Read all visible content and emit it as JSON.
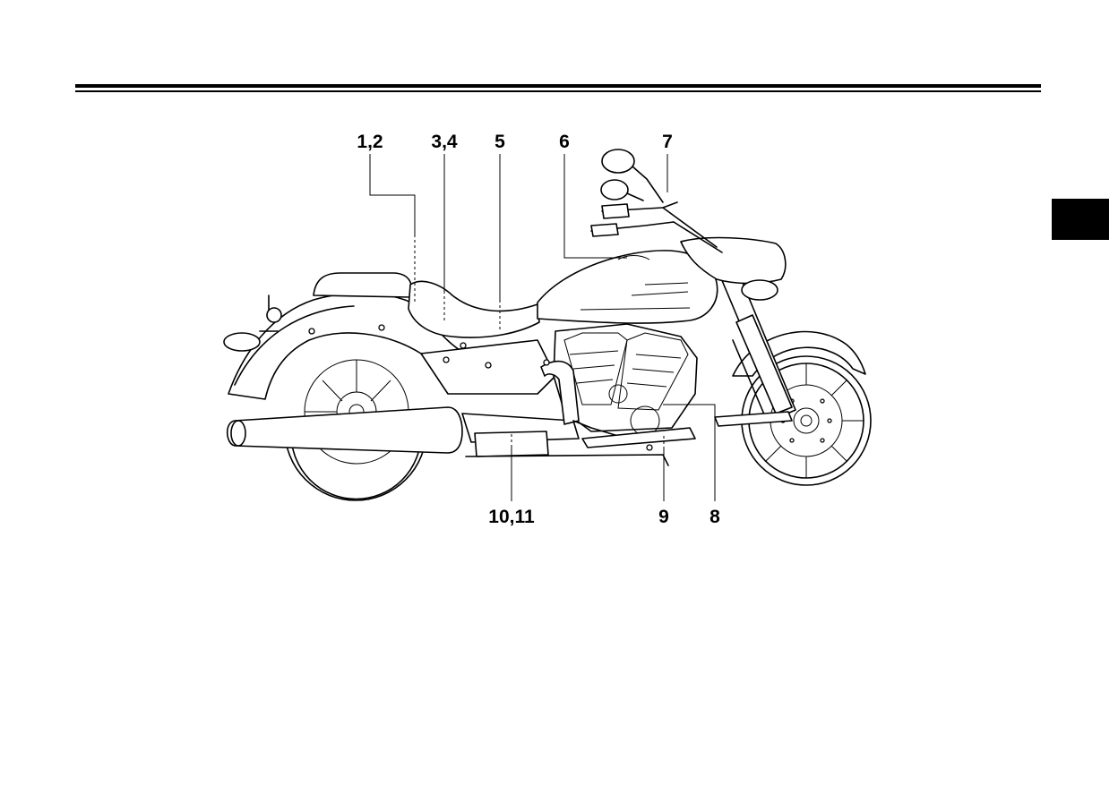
{
  "callouts": {
    "c1": "1,2",
    "c2": "3,4",
    "c3": "5",
    "c4": "6",
    "c5": "7",
    "c6": "10,11",
    "c7": "9",
    "c8": "8"
  }
}
